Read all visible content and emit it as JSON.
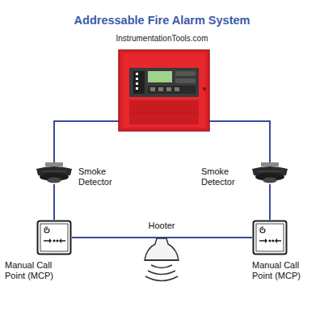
{
  "diagram": {
    "title": "Addressable Fire Alarm System",
    "nodes": [
      {
        "text": [
          "Smoke Detector"
        ]
      },
      {
        "text": [
          "Smoke Detector"
        ]
      },
      {
        "text": [
          "Manual Call Point (MCP)"
        ]
      },
      {
        "text": [
          "Hooter"
        ]
      },
      {
        "text": [
          "Manual Call Point (MCP)"
        ]
      }
    ],
    "edges": [
      {
        "from": 0,
        "to": 2,
        "arrow": "none"
      },
      {
        "from": 2,
        "to": 3,
        "arrow": "none"
      },
      {
        "from": 3,
        "to": 4,
        "arrow": "none"
      },
      {
        "from": 4,
        "to": 1,
        "arrow": "none"
      }
    ],
    "labels": [
      "InstrumentationTools.com"
    ]
  }
}
